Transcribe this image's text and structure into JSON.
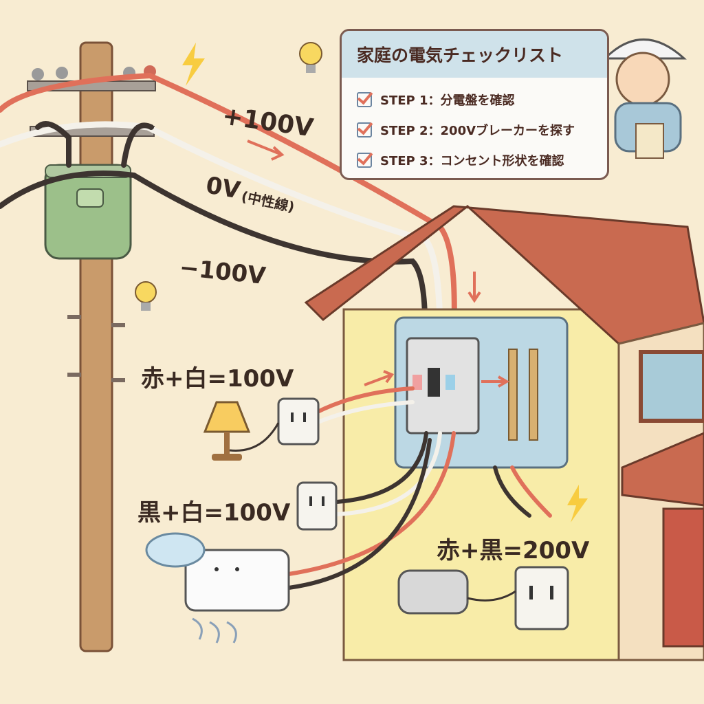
{
  "checklist": {
    "title": "家庭の電気チェックリスト",
    "steps": [
      {
        "label": "STEP 1：分電盤を確認",
        "checked": true
      },
      {
        "label": "STEP 2：200Vブレーカーを探す",
        "checked": true
      },
      {
        "label": "STEP 3：コンセント形状を確認",
        "checked": true
      }
    ]
  },
  "wires": {
    "plus": "+100V",
    "neutral": "0V",
    "neutral_note": "(中性線)",
    "minus": "−100V"
  },
  "combos": {
    "red_white": "赤+白=100V",
    "black_white": "黒+白=100V",
    "red_black": "赤+黒=200V"
  },
  "colors": {
    "red_wire": "#e0705a",
    "white_wire": "#f4f1ea",
    "black_wire": "#3d3430",
    "background": "#f8ecd2"
  }
}
